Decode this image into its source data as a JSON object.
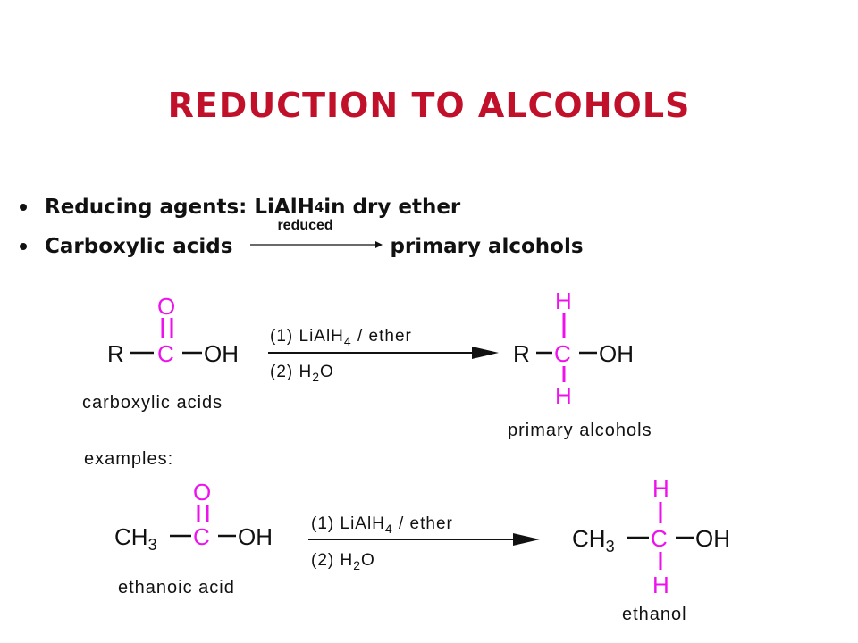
{
  "title": "REDUCTION TO ALCOHOLS",
  "bullets": {
    "agents_label": "Reducing agents: LiAlH",
    "agents_sub": "4",
    "agents_tail": " in dry ether",
    "acids_label": "Carboxylic acids",
    "reduced_label": "reduced",
    "alcohols_label": "primary alcohols"
  },
  "general": {
    "reactant": {
      "R": "R",
      "C": "C",
      "O_top": "O",
      "OH": "OH"
    },
    "product": {
      "R": "R",
      "C": "C",
      "H_top": "H",
      "H_bottom": "H",
      "OH": "OH"
    },
    "step1": "(1) LiAlH",
    "step1_sub": "4",
    "step1_tail": " / ether",
    "step2": "(2) H",
    "step2_sub": "2",
    "step2_tail": "O",
    "reactant_name": "carboxylic acids",
    "product_name": "primary alcohols"
  },
  "examples_label": "examples:",
  "example": {
    "reactant": {
      "CH": "CH",
      "sub": "3",
      "C": "C",
      "O_top": "O",
      "OH": "OH"
    },
    "product": {
      "CH": "CH",
      "sub": "3",
      "C": "C",
      "H_top": "H",
      "H_bottom": "H",
      "OH": "OH"
    },
    "step1": "(1) LiAlH",
    "step1_sub": "4",
    "step1_tail": " / ether",
    "step2": "(2) H",
    "step2_sub": "2",
    "step2_tail": "O",
    "reactant_name": "ethanoic acid",
    "product_name": "ethanol"
  },
  "colors": {
    "title": "#c0102a",
    "magenta": "#ee11ee",
    "text": "#111111"
  }
}
